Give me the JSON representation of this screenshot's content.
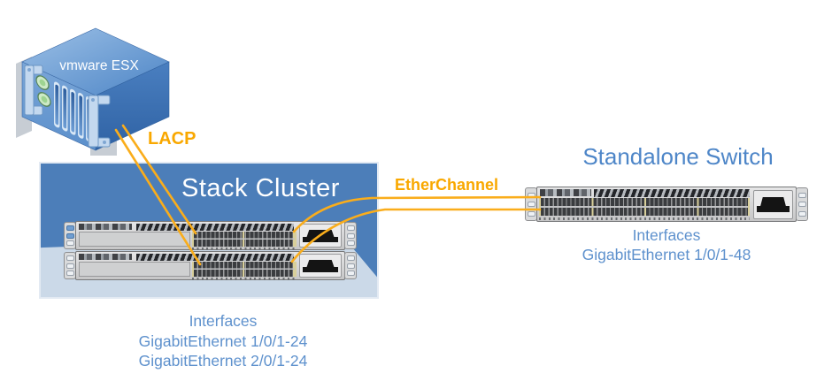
{
  "server": {
    "label": "vmware ESX"
  },
  "links": {
    "lacp": {
      "label": "LACP"
    },
    "etherchannel": {
      "label": "EtherChannel"
    }
  },
  "stack_cluster": {
    "title": "Stack Cluster",
    "switch_count": 2,
    "caption": {
      "heading": "Interfaces",
      "lines": [
        "GigabitEthernet 1/0/1-24",
        "GigabitEthernet 2/0/1-24"
      ]
    }
  },
  "standalone": {
    "title": "Standalone Switch",
    "caption": {
      "heading": "Interfaces",
      "lines": [
        "GigabitEthernet 1/0/1-48"
      ]
    }
  },
  "icons": {
    "server": "esx-server-icon",
    "stack_switch": "rack-switch-24port-icon",
    "standalone_switch": "rack-switch-48port-icon"
  },
  "colors": {
    "link_yellow": "#FAAD1B",
    "label_orange": "#F9A800",
    "title_blue": "#4E86C8",
    "caption_blue": "#5E91CD",
    "box_blue": "#4C7EB9",
    "box_light": "#CBD9E8",
    "server_top": "#6FA0D4",
    "server_front": "#5B8FCB",
    "server_side": "#3C70B0",
    "switch_gray": "#D5D5D6"
  }
}
